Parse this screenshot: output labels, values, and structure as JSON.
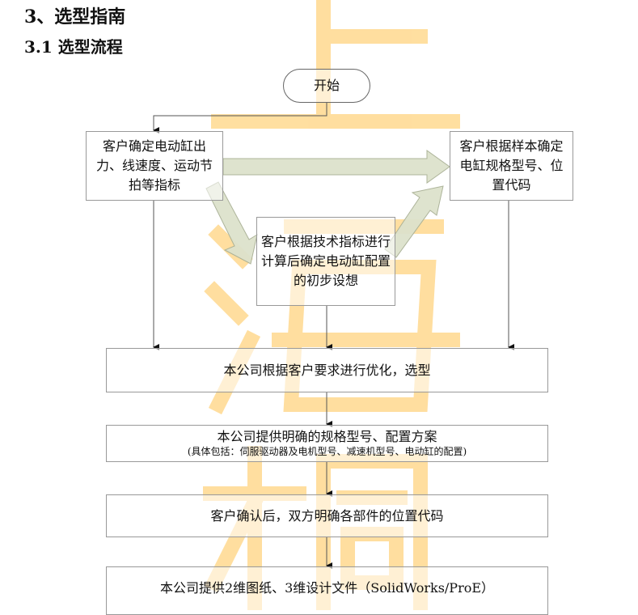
{
  "headings": {
    "section": "3、选型指南",
    "subsection": "3.1 选型流程"
  },
  "watermark": [
    "上",
    "海",
    "桐"
  ],
  "flowchart": {
    "start": "开始",
    "step_customer_indicators": "客户确定电动缸出力、线速度、运动节拍等指标",
    "step_customer_sample": "客户根据样本确定电缸规格型号、位置代码",
    "step_customer_calc": "客户根据技术指标进行计算后确定电动缸配置的初步设想",
    "step_optimize": "本公司根据客户要求进行优化，选型",
    "step_provide_spec": "本公司提供明确的规格型号、配置方案",
    "step_provide_spec_detail": "(具体包括：伺服驱动器及电机型号、减速机型号、电动缸的配置)",
    "step_confirm": "客户确认后，双方明确各部件的位置代码",
    "step_drawings": "本公司提供2维图纸、3维设计文件（SolidWorks/ProE）"
  },
  "colors": {
    "watermark": "#FFD480",
    "block_arrow": "#DDE2CC"
  }
}
